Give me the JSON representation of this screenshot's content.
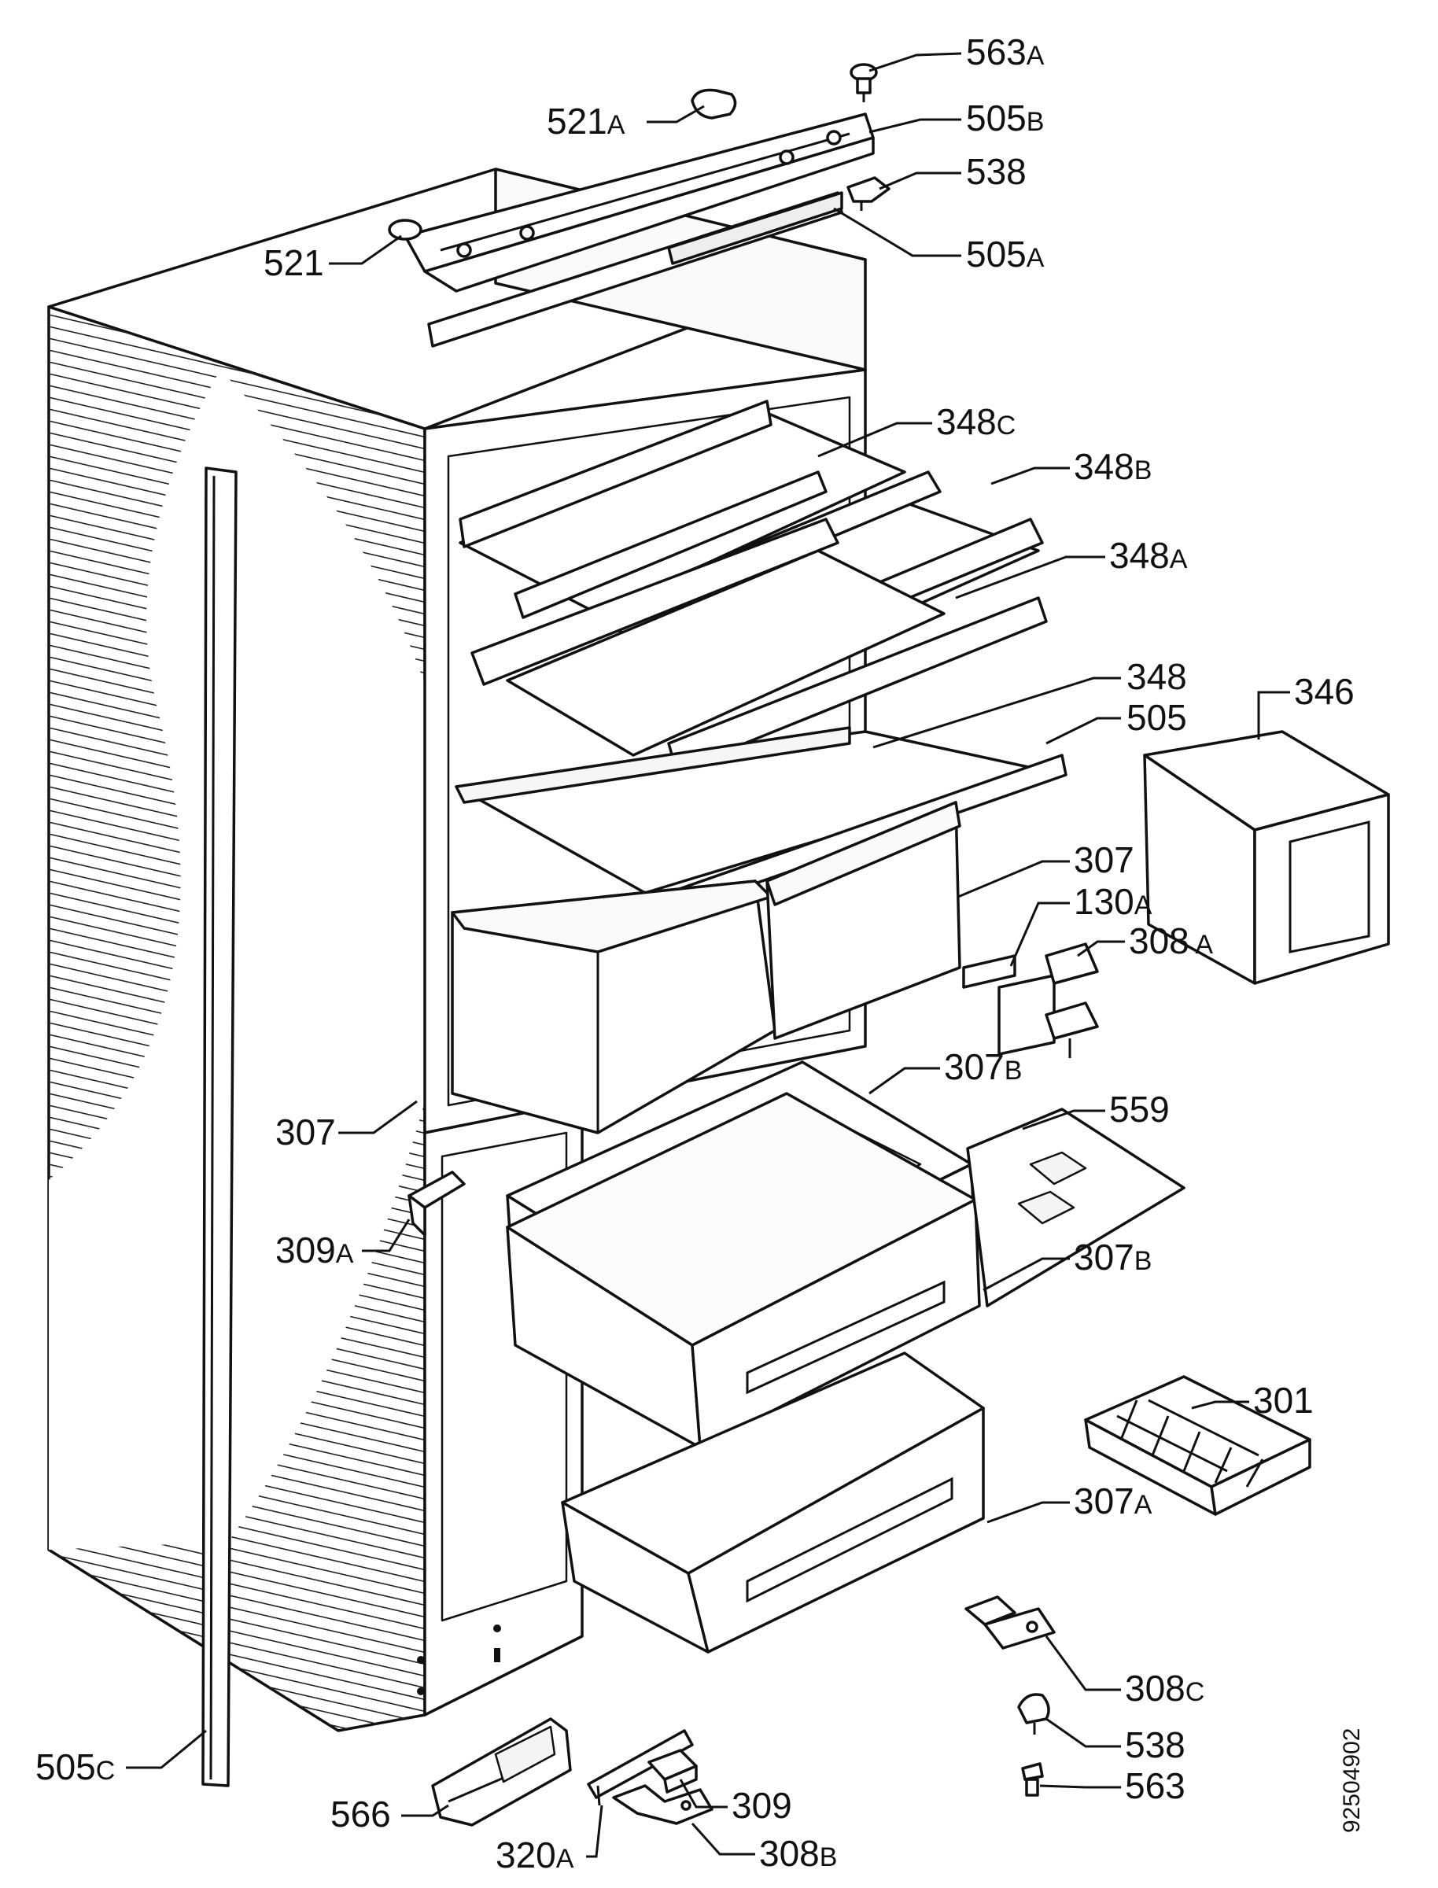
{
  "document_number": "92504902",
  "labels": [
    {
      "id": "563A",
      "num": "563",
      "suffix": "A"
    },
    {
      "id": "521A",
      "num": "521",
      "suffix": "A"
    },
    {
      "id": "505B",
      "num": "505",
      "suffix": "B"
    },
    {
      "id": "538-top",
      "num": "538",
      "suffix": ""
    },
    {
      "id": "521",
      "num": "521",
      "suffix": ""
    },
    {
      "id": "505A",
      "num": "505",
      "suffix": "A"
    },
    {
      "id": "348C",
      "num": "348",
      "suffix": "C"
    },
    {
      "id": "348B",
      "num": "348",
      "suffix": "B"
    },
    {
      "id": "348A",
      "num": "348",
      "suffix": "A"
    },
    {
      "id": "348",
      "num": "348",
      "suffix": ""
    },
    {
      "id": "505",
      "num": "505",
      "suffix": ""
    },
    {
      "id": "346",
      "num": "346",
      "suffix": ""
    },
    {
      "id": "307-right",
      "num": "307",
      "suffix": ""
    },
    {
      "id": "130A",
      "num": "130",
      "suffix": "A"
    },
    {
      "id": "308A",
      "num": "308",
      "suffix": " A"
    },
    {
      "id": "307B-top",
      "num": "307",
      "suffix": "B"
    },
    {
      "id": "559",
      "num": "559",
      "suffix": ""
    },
    {
      "id": "307-left",
      "num": "307",
      "suffix": ""
    },
    {
      "id": "309A",
      "num": "309",
      "suffix": "A"
    },
    {
      "id": "307B-mid",
      "num": "307",
      "suffix": "B"
    },
    {
      "id": "301",
      "num": "301",
      "suffix": ""
    },
    {
      "id": "307A",
      "num": "307",
      "suffix": "A"
    },
    {
      "id": "308C",
      "num": "308",
      "suffix": "C"
    },
    {
      "id": "538-bottom",
      "num": "538",
      "suffix": ""
    },
    {
      "id": "563",
      "num": "563",
      "suffix": ""
    },
    {
      "id": "505C",
      "num": "505",
      "suffix": "C"
    },
    {
      "id": "566",
      "num": "566",
      "suffix": ""
    },
    {
      "id": "309",
      "num": "309",
      "suffix": ""
    },
    {
      "id": "320A",
      "num": "320",
      "suffix": "A"
    },
    {
      "id": "308B",
      "num": "308",
      "suffix": "B"
    }
  ]
}
